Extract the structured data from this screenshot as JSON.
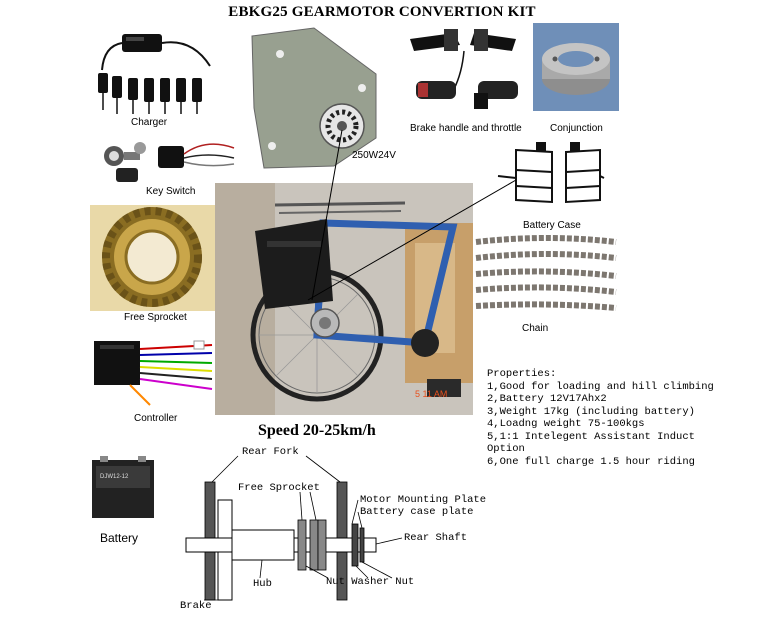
{
  "title": "EBKG25 GEARMOTOR CONVERTION KIT",
  "labels": {
    "charger": "Charger",
    "key_switch": "Key Switch",
    "free_sprocket": "Free Sprocket",
    "controller": "Controller",
    "motor_spec": "250W24V",
    "brake_throttle": "Brake handle and throttle",
    "conjunction": "Conjunction",
    "battery_case": "Battery Case",
    "chain": "Chain",
    "battery": "Battery"
  },
  "speed": "Speed 20-25km/h",
  "battery_photo_text": "DJW12-12",
  "overlay_text": "5 11 AM",
  "properties": {
    "heading": "Properties:",
    "items": [
      "1,Good for loading and hill climbing",
      "2,Battery 12V17Ahx2",
      "3,Weight 17kg (including battery)",
      "4,Loadng weight 75-100kgs",
      "5,1:1 Intelegent Assistant Induct",
      "Option",
      "6,One full charge 1.5 hour riding"
    ]
  },
  "diagram": {
    "rear_fork": "Rear Fork",
    "free_sprocket": "Free Sprocket",
    "motor_mounting_plate": "Motor Mounting Plate",
    "battery_case_plate": "Battery case plate",
    "rear_shaft": "Rear Shaft",
    "hub": "Hub",
    "nut_washer_nut": "Nut Washer Nut",
    "brake": "Brake"
  },
  "colors": {
    "bike_frame": "#2f5fb0",
    "bag": "#1c1c1c",
    "wall": "#c9c4bc",
    "brass": "#b8953a",
    "chain": "#8a8580",
    "steel": "#a6a6a6",
    "photo_bg": "#6f8fb8"
  }
}
